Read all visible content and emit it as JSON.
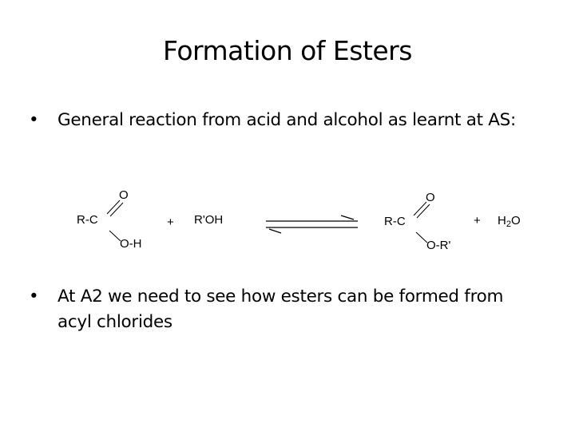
{
  "slide": {
    "title": "Formation of Esters",
    "bullets": [
      {
        "marker": "•",
        "text": "General reaction from acid and alcohol as learnt at AS:"
      },
      {
        "marker": "•",
        "text": "At A2 we need to see how esters can be formed from acyl chlorides"
      }
    ]
  },
  "reaction": {
    "reactant1": {
      "r_group": "R-C",
      "double_bond_o": "O",
      "single_bond_group": "O-H"
    },
    "plus1": "+",
    "reactant2": "R'OH",
    "arrow": "equilibrium",
    "product1": {
      "r_group": "R-C",
      "double_bond_o": "O",
      "single_bond_group": "O-R'"
    },
    "plus2": "+",
    "product2_main": "H",
    "product2_sub": "2",
    "product2_tail": "O"
  }
}
